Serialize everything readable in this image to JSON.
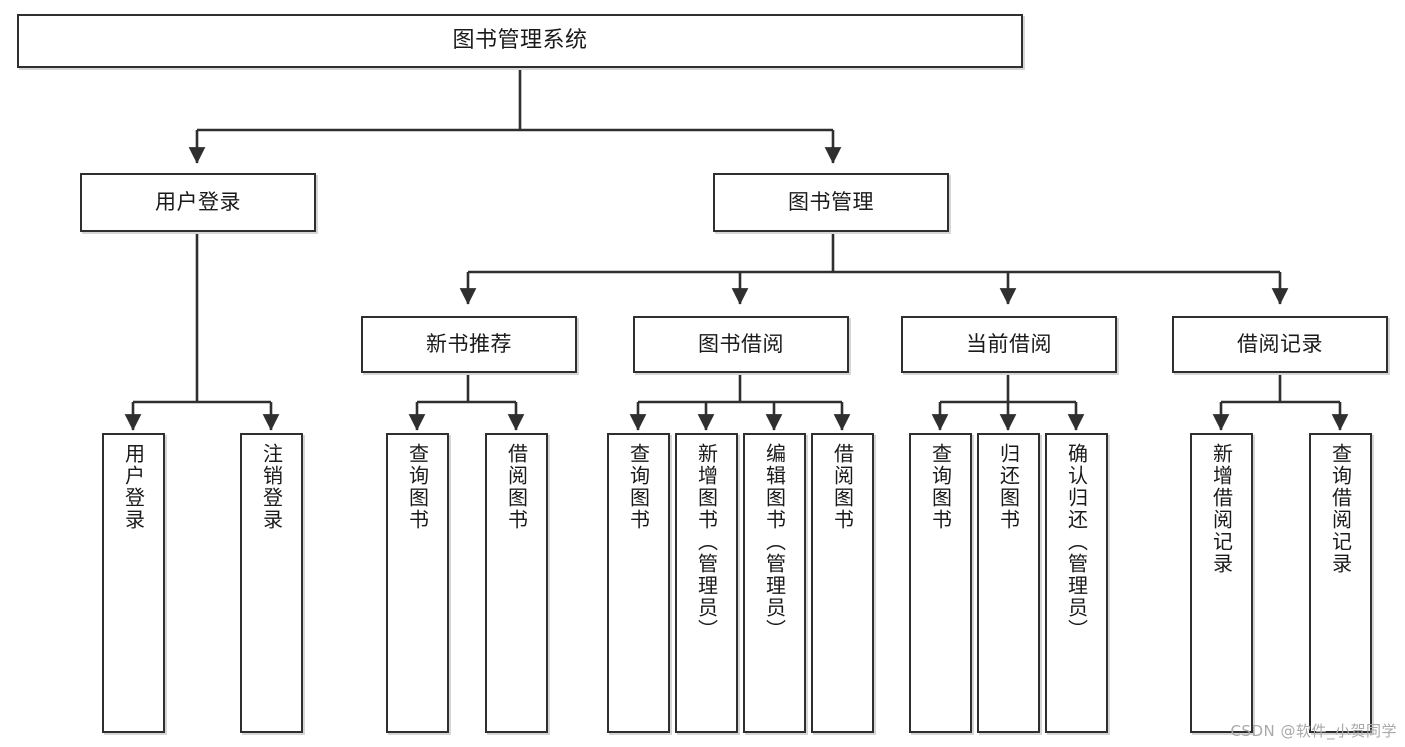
{
  "diagram": {
    "title": "图书管理系统",
    "type": "tree-hierarchy",
    "watermark": "CSDN @软件_小贺同学",
    "colors": {
      "border": "#2f2f2f",
      "fill": "#ffffff",
      "edge": "#2f2f2f",
      "shadow": "#d6d6d6",
      "watermark": "#a9a9a9"
    }
  },
  "nodes": {
    "root": {
      "label": "图书管理系统"
    },
    "level1": [
      {
        "id": "user-login",
        "label": "用户登录"
      },
      {
        "id": "book-manage",
        "label": "图书管理"
      }
    ],
    "level2": [
      {
        "id": "new-book-rec",
        "label": "新书推荐"
      },
      {
        "id": "book-borrow",
        "label": "图书借阅"
      },
      {
        "id": "current-borrow",
        "label": "当前借阅"
      },
      {
        "id": "borrow-record",
        "label": "借阅记录"
      }
    ],
    "leaves": {
      "user-login": [
        {
          "id": "leaf-user-login",
          "label": "用户登录"
        },
        {
          "id": "leaf-logout-login",
          "label": "注销登录"
        }
      ],
      "new-book-rec": [
        {
          "id": "leaf-query-book-1",
          "label": "查询图书"
        },
        {
          "id": "leaf-borrow-book-1",
          "label": "借阅图书"
        }
      ],
      "book-borrow": [
        {
          "id": "leaf-query-book-2",
          "label": "查询图书"
        },
        {
          "id": "leaf-add-book",
          "label": "新增图书（管理员）"
        },
        {
          "id": "leaf-edit-book",
          "label": "编辑图书（管理员）"
        },
        {
          "id": "leaf-borrow-book-2",
          "label": "借阅图书"
        }
      ],
      "current-borrow": [
        {
          "id": "leaf-query-book-3",
          "label": "查询图书"
        },
        {
          "id": "leaf-return-book",
          "label": "归还图书"
        },
        {
          "id": "leaf-confirm-return",
          "label": "确认归还（管理员）"
        }
      ],
      "borrow-record": [
        {
          "id": "leaf-add-record",
          "label": "新增借阅记录"
        },
        {
          "id": "leaf-query-record",
          "label": "查询借阅记录"
        }
      ]
    }
  }
}
